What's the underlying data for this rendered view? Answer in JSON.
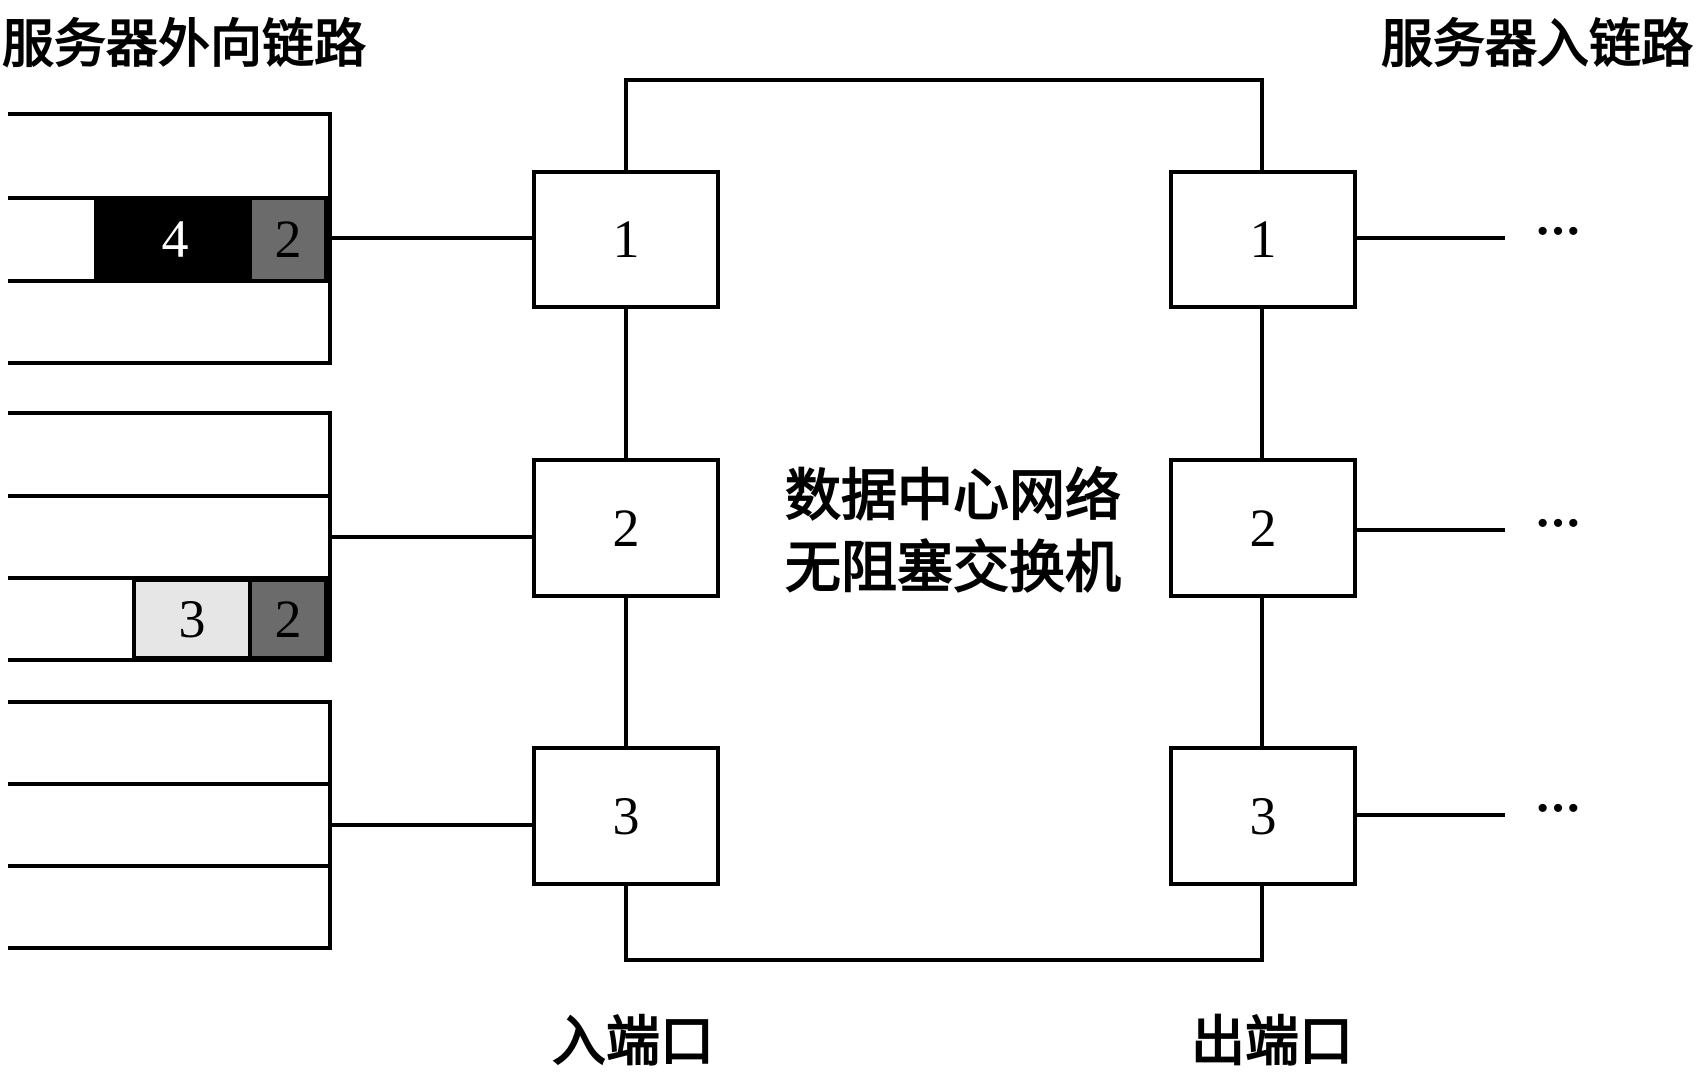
{
  "titles": {
    "outbound_links": "服务器外向链路",
    "inbound_links": "服务器入链路",
    "switch_line1": "数据中心网络",
    "switch_line2": "无阻塞交换机",
    "ingress_ports": "入端口",
    "egress_ports": "出端口"
  },
  "ingress_ports": [
    "1",
    "2",
    "3"
  ],
  "egress_ports": [
    "1",
    "2",
    "3"
  ],
  "ellipsis": "···",
  "queues": [
    {
      "name": "queue-1",
      "packets": [
        {
          "label": "4",
          "color": "#000000",
          "text_color": "#ffffff"
        },
        {
          "label": "2",
          "color": "#6b6b6b",
          "text_color": "#000000"
        }
      ]
    },
    {
      "name": "queue-2",
      "packets": [
        {
          "label": "3",
          "color": "#e6e6e6",
          "text_color": "#000000"
        },
        {
          "label": "2",
          "color": "#6b6b6b",
          "text_color": "#000000"
        }
      ]
    }
  ]
}
